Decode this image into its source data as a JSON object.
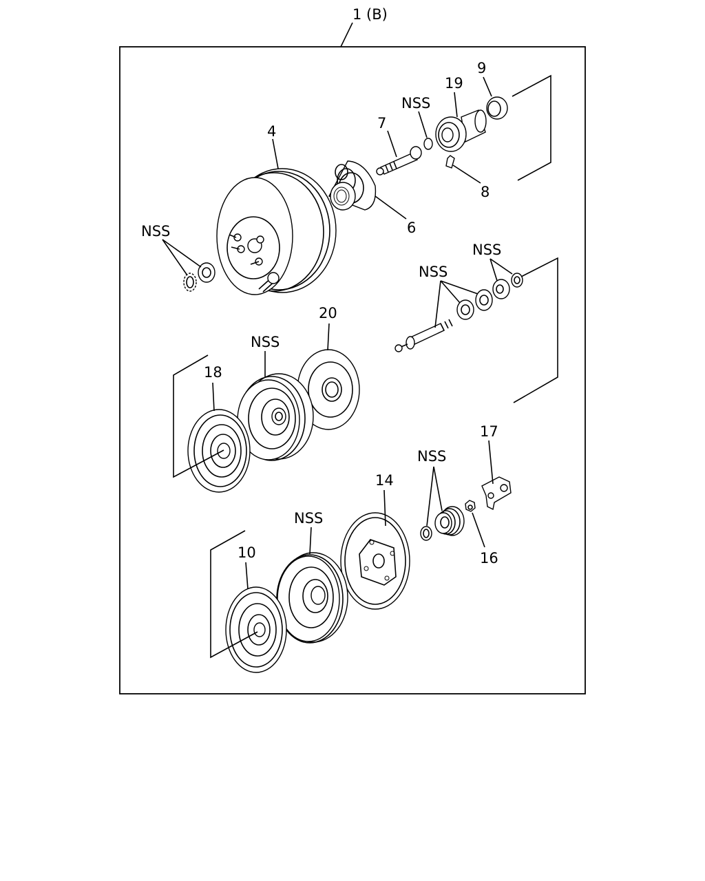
{
  "header_label": "1 (B)",
  "callouts": {
    "c4": "4",
    "c6": "6",
    "c7": "7",
    "c8": "8",
    "c9": "9",
    "c19": "19",
    "c20": "20",
    "c18": "18",
    "c17": "17",
    "c16": "16",
    "c14": "14",
    "c10": "10",
    "nss_a": "NSS",
    "nss_b": "NSS",
    "nss_c": "NSS",
    "nss_d": "NSS",
    "nss_e": "NSS",
    "nss_f": "NSS",
    "nss_g": "NSS"
  }
}
